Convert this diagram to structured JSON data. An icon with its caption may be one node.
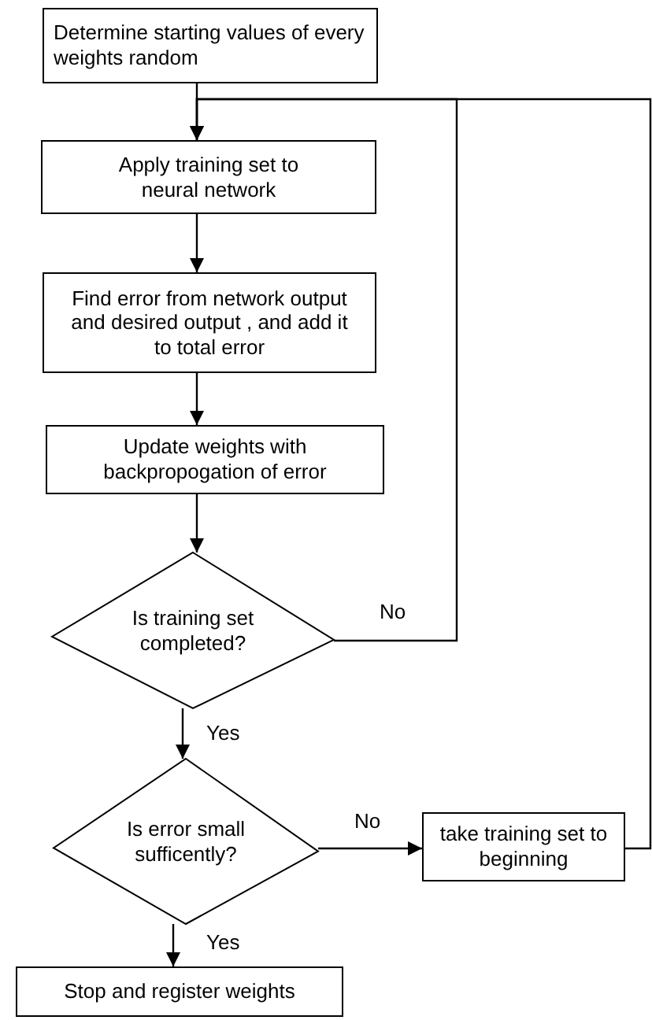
{
  "diagram": {
    "nodes": [
      {
        "text": [
          "Determine starting values of every weights random"
        ]
      },
      {
        "text": [
          "Apply  training set to neural network"
        ]
      },
      {
        "text": [
          "Find error from network output and desired output , and  add it to total error"
        ]
      },
      {
        "text": [
          "Update weights with backpropogation of error"
        ]
      },
      {
        "text": [
          "Is training set  completed?"
        ]
      },
      {
        "text": [
          "Is error small sufficently?"
        ]
      },
      {
        "text": [
          "take training set to beginning"
        ]
      },
      {
        "text": [
          "Stop and register weights"
        ]
      }
    ],
    "edges": [
      {
        "from": 0,
        "to": 1,
        "arrow": "to"
      },
      {
        "from": 1,
        "to": 2,
        "arrow": "to"
      },
      {
        "from": 2,
        "to": 3,
        "arrow": "to"
      },
      {
        "from": 3,
        "to": 4,
        "arrow": "to"
      },
      {
        "from": 4,
        "to": 1,
        "arrow": "to",
        "label": "No"
      },
      {
        "from": 4,
        "to": 5,
        "arrow": "to",
        "label": "Yes"
      },
      {
        "from": 5,
        "to": 6,
        "arrow": "to",
        "label": "No"
      },
      {
        "from": 5,
        "to": 7,
        "arrow": "to",
        "label": "Yes"
      },
      {
        "from": 6,
        "to": 1,
        "arrow": "to"
      }
    ]
  }
}
